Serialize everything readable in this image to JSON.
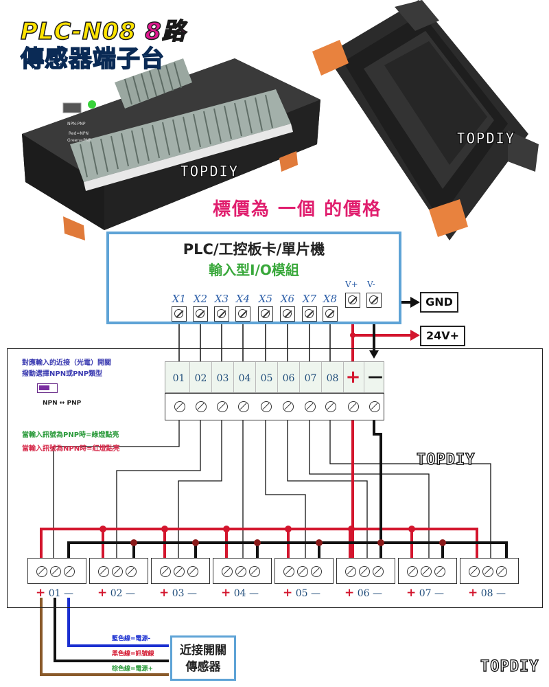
{
  "header": {
    "model_prefix": "PLC-N08",
    "model_channels": "8路",
    "subtitle": "傳感器端子台"
  },
  "watermark": "TOPDIY",
  "promo": "標價為 一個 的價格",
  "plc_box": {
    "title": "PLC/工控板卡/單片機",
    "subtitle": "輸入型I/O模組",
    "inputs": [
      "X1",
      "X2",
      "X3",
      "X4",
      "X5",
      "X6",
      "X7",
      "X8"
    ],
    "power": [
      "V+",
      "V-"
    ]
  },
  "gnd_label": "GND",
  "v24_label": "24V+",
  "notes": {
    "line1": "對應輸入的近接（光電）開關",
    "line2": "撥動選擇NPN或PNP類型",
    "switch_label": "NPN ↔ PNP",
    "pnp": "當輸入訊號為PNP時=綠燈點亮",
    "npn": "當輸入訊號為NPN時=紅燈點亮"
  },
  "terminal_block": {
    "channels": [
      "01",
      "02",
      "03",
      "04",
      "05",
      "06",
      "07",
      "08"
    ],
    "plus": "+",
    "minus": "—"
  },
  "sensor_groups": [
    {
      "plus": "+",
      "num": "01",
      "minus": "—"
    },
    {
      "plus": "+",
      "num": "02",
      "minus": "—"
    },
    {
      "plus": "+",
      "num": "03",
      "minus": "—"
    },
    {
      "plus": "+",
      "num": "04",
      "minus": "—"
    },
    {
      "plus": "+",
      "num": "05",
      "minus": "—"
    },
    {
      "plus": "+",
      "num": "06",
      "minus": "—"
    },
    {
      "plus": "+",
      "num": "07",
      "minus": "—"
    },
    {
      "plus": "+",
      "num": "08",
      "minus": "—"
    }
  ],
  "wire_legend": {
    "blue": "藍色線=電源-",
    "black": "黑色線=訊號線",
    "brown": "棕色線=電源+"
  },
  "sensor_box": {
    "line1": "近接開關",
    "line2": "傳感器"
  },
  "colors": {
    "red_wire": "#d3152d",
    "black_wire": "#111111",
    "blue_wire": "#1a2fd0",
    "brown_wire": "#8a5a2a",
    "accent_blue": "#5ea3d6"
  },
  "module_text": {
    "npn_pnp": "NPN-PNP",
    "red_npn": "Red=NPN",
    "green_pnp": "Green=PNP"
  }
}
